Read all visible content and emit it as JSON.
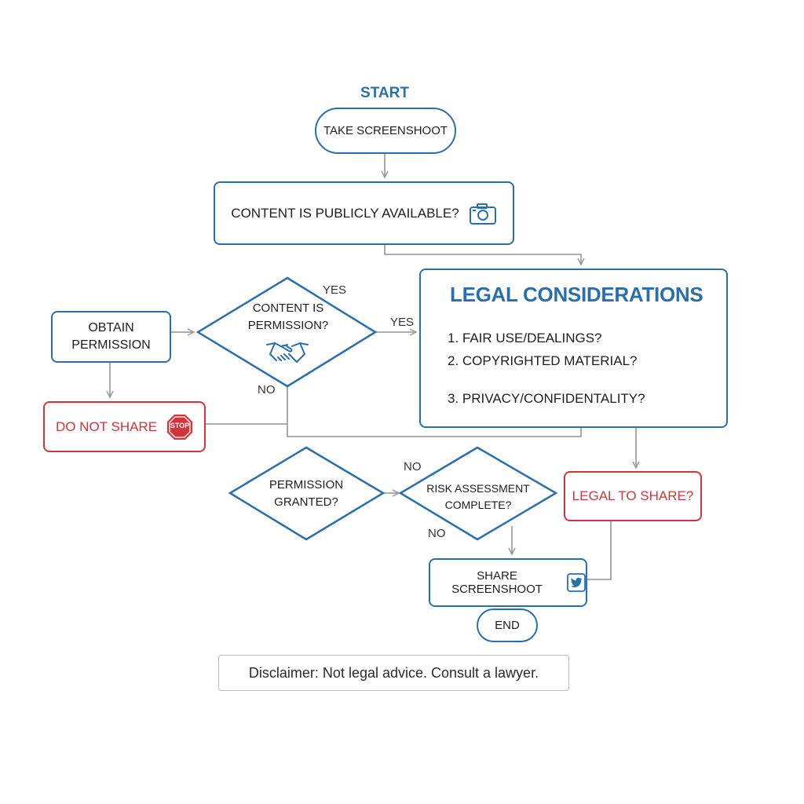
{
  "flow": {
    "start_label": "START",
    "take_screenshot": "TAKE SCREENSHOOT",
    "content_public": "CONTENT IS PUBLICLY AVAILABLE?",
    "content_permission_line1": "CONTENT IS",
    "content_permission_line2": "PERMISSION?",
    "obtain_permission_line1": "OBTAIN",
    "obtain_permission_line2": "PERMISSION",
    "do_not_share": "DO NOT SHARE",
    "stop_sign_text": "STOP",
    "legal_title": "LEGAL CONSIDERATIONS",
    "legal_items": [
      "1. FAIR USE/DEALINGS?",
      "2. COPYRIGHTED MATERIAL?",
      "3. PRIVACY/CONFIDENTALITY?"
    ],
    "permission_granted_line1": "PERMISSION",
    "permission_granted_line2": "GRANTED?",
    "risk_line1": "RISK ASSESSMENT",
    "risk_line2": "COMPLETE?",
    "legal_to_share": "LEGAL TO SHARE?",
    "share_screenshot": "SHARE SCREENSHOOT",
    "end_label": "END",
    "labels": {
      "yes_top": "YES",
      "yes_right": "YES",
      "no_left": "NO",
      "no_risk_top": "NO",
      "no_risk_bottom": "NO"
    }
  },
  "disclaimer": "Disclaimer: Not legal advice. Consult a lawyer.",
  "icons": [
    "camera-icon",
    "handshake-icon",
    "stop-sign-icon",
    "twitter-bird-icon"
  ],
  "colors": {
    "blue": "#2a6fad",
    "red": "#d1343a",
    "connector": "#999999"
  }
}
